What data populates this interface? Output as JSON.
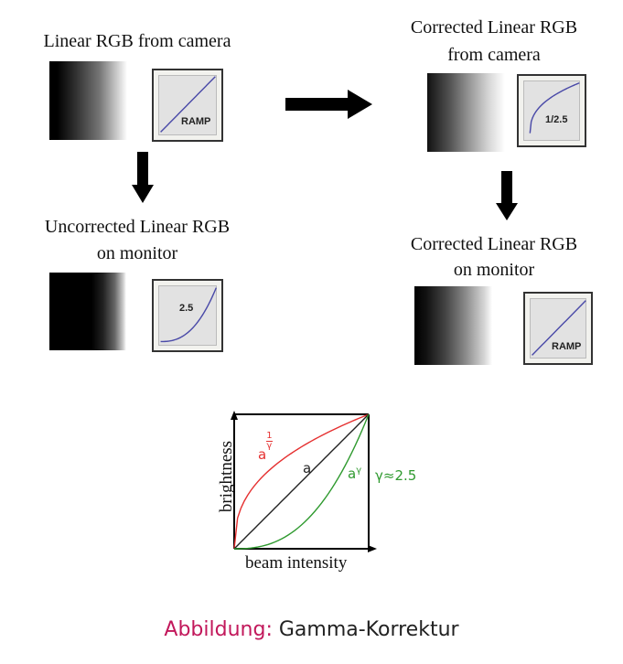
{
  "panels": {
    "top_left": {
      "title_lines": [
        "Linear RGB from camera"
      ],
      "curve_label": "RAMP",
      "curve_type": "linear"
    },
    "top_right": {
      "title_lines": [
        "Corrected Linear RGB",
        "from camera"
      ],
      "curve_label": "1/2.5",
      "curve_type": "power",
      "exponent": 0.4
    },
    "bottom_left": {
      "title_lines": [
        "Uncorrected Linear RGB",
        "on monitor"
      ],
      "curve_label": "2.5",
      "curve_type": "power",
      "exponent": 2.5
    },
    "bottom_right": {
      "title_lines": [
        "Corrected Linear RGB",
        "on monitor"
      ],
      "curve_label": "RAMP",
      "curve_type": "linear"
    }
  },
  "arrows": [
    "right-arrow",
    "down-arrow-left",
    "down-arrow-right"
  ],
  "graph": {
    "xlabel": "beam intensity",
    "ylabel": "brightness",
    "curves": [
      {
        "name": "a^(1/γ)",
        "label_base": "a",
        "label_sup_num": "1",
        "label_sup_den": "γ",
        "color": "#e53030",
        "exponent": 0.4
      },
      {
        "name": "a",
        "label": "a",
        "color": "#222222",
        "exponent": 1
      },
      {
        "name": "a^γ",
        "label_base": "a",
        "label_sup": "γ",
        "color": "#2f9a2f",
        "exponent": 2.5
      }
    ],
    "gamma_note": "γ≈2.5",
    "colors": {
      "red": "#e53030",
      "green": "#2f9a2f",
      "axis": "#000000"
    }
  },
  "caption": {
    "lead": "Abbildung:",
    "text": " Gamma-Korrektur",
    "lead_color": "#c2185b"
  }
}
